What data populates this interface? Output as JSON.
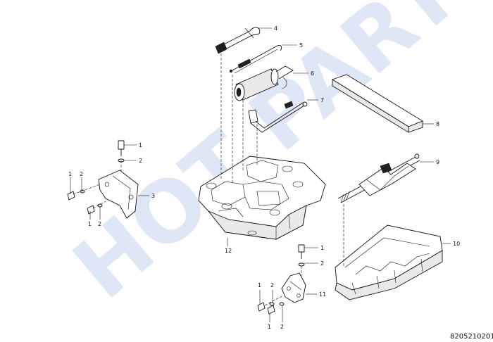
{
  "watermark": "HOT PARTS",
  "document_number": "8205210201",
  "callouts": {
    "c1": "1",
    "c2": "2",
    "c3": "3",
    "c4": "4",
    "c5": "5",
    "c6": "6",
    "c7": "7",
    "c8": "8",
    "c9": "9",
    "c10": "10",
    "c11": "11",
    "c12": "12"
  }
}
